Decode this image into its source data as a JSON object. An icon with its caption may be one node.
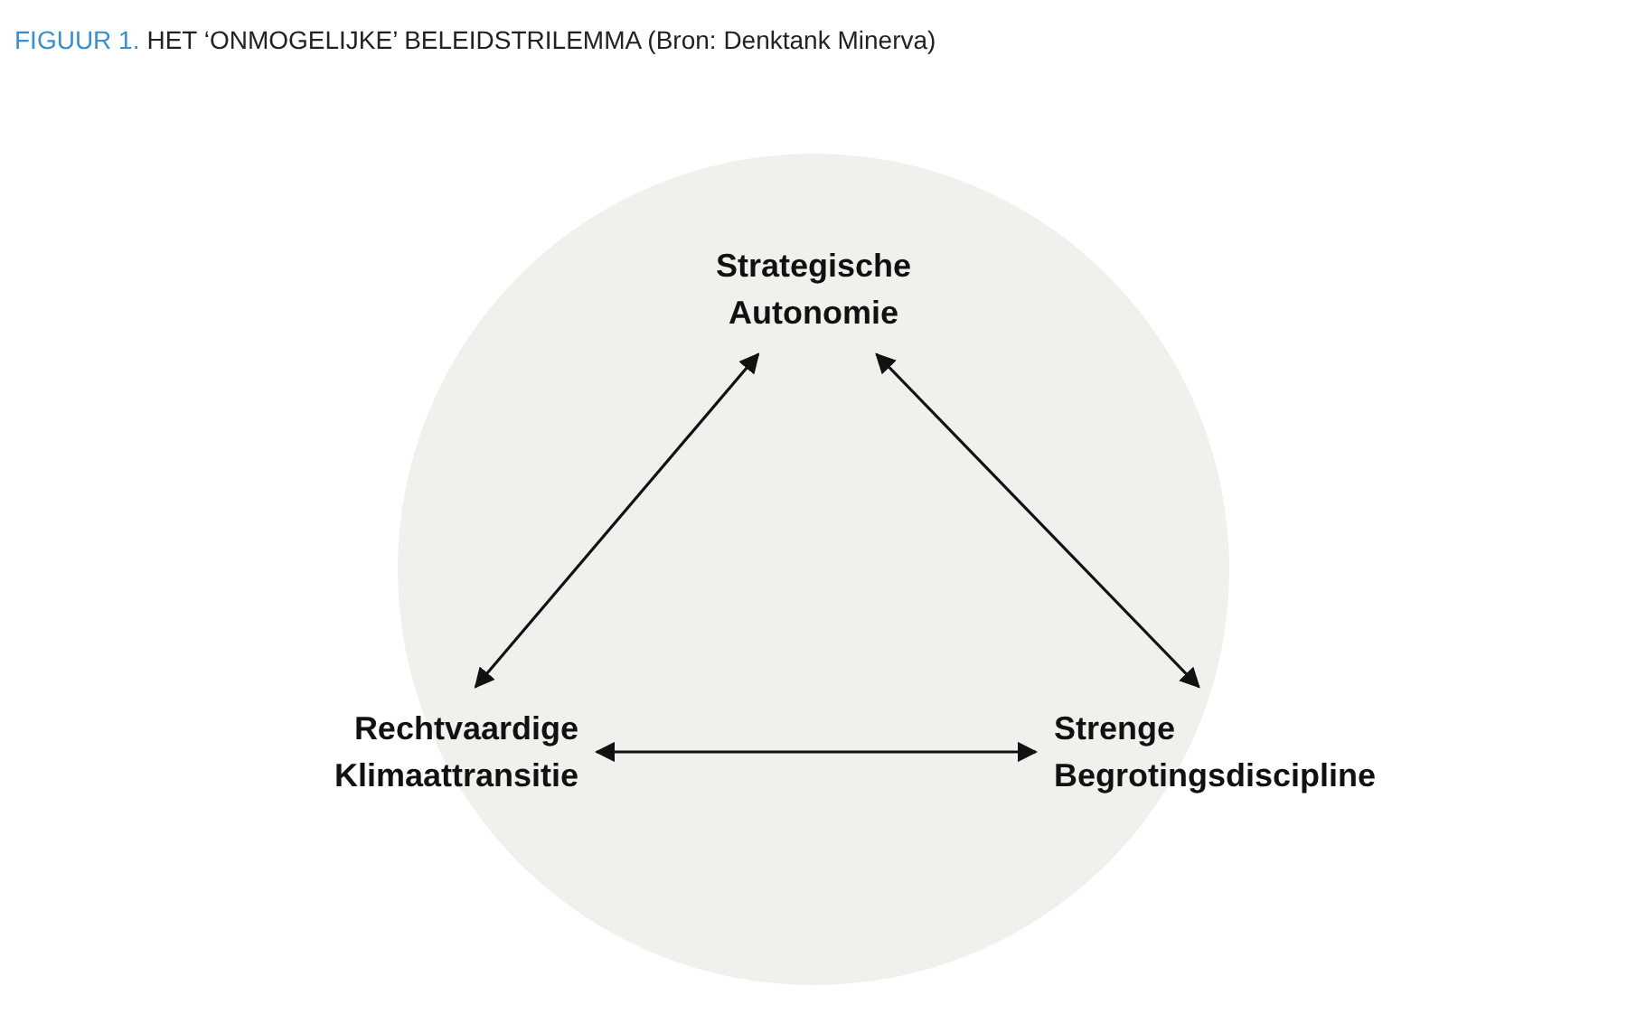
{
  "diagram": {
    "title": "HET ‘ONMOGELIJKE’ BELEIDSTRILEMMA (Bron: Denktank Minerva)",
    "labels": [
      "FIGUUR 1."
    ],
    "nodes": [
      {
        "text": [],
        "shape": "circle"
      },
      {
        "text": [
          "Strategische Autonomie"
        ],
        "in": 0
      },
      {
        "text": [
          "Rechtvaardige Klimaattransitie"
        ]
      },
      {
        "text": [
          "Strenge Begrotingsdiscipline"
        ]
      }
    ],
    "edges": [
      {
        "from": 1,
        "to": 2,
        "arrow": "both"
      },
      {
        "from": 1,
        "to": 3,
        "arrow": "both"
      },
      {
        "from": 2,
        "to": 3,
        "arrow": "both"
      }
    ]
  }
}
